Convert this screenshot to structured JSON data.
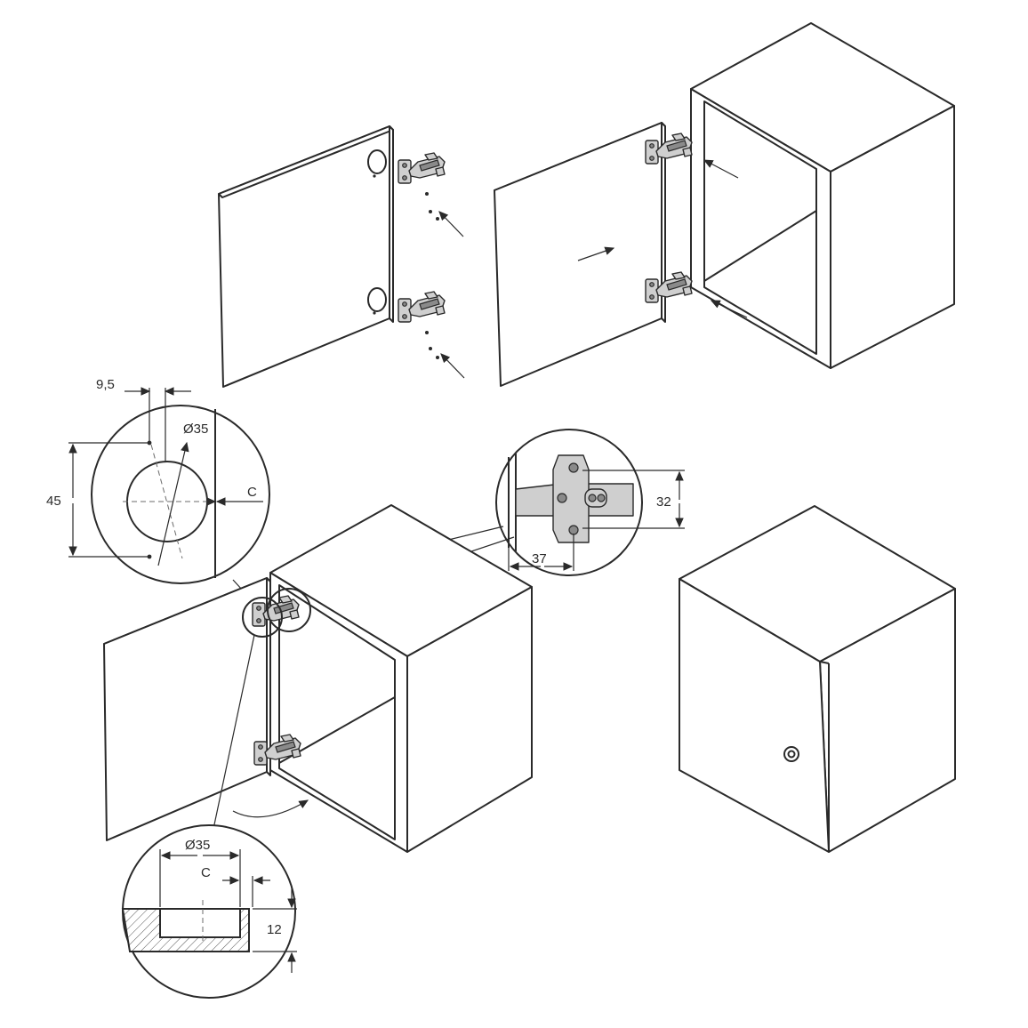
{
  "dimensions": {
    "offset_9_5": "9,5",
    "diameter_35_top": "Ø35",
    "distance_45": "45",
    "distance_c_top": "C",
    "distance_32": "32",
    "distance_37": "37",
    "diameter_35_bottom": "Ø35",
    "distance_c_bottom": "C",
    "depth_12": "12"
  },
  "colors": {
    "line": "#2a2a2a",
    "background": "#ffffff",
    "hinge_metal": "#cfcfcf"
  }
}
